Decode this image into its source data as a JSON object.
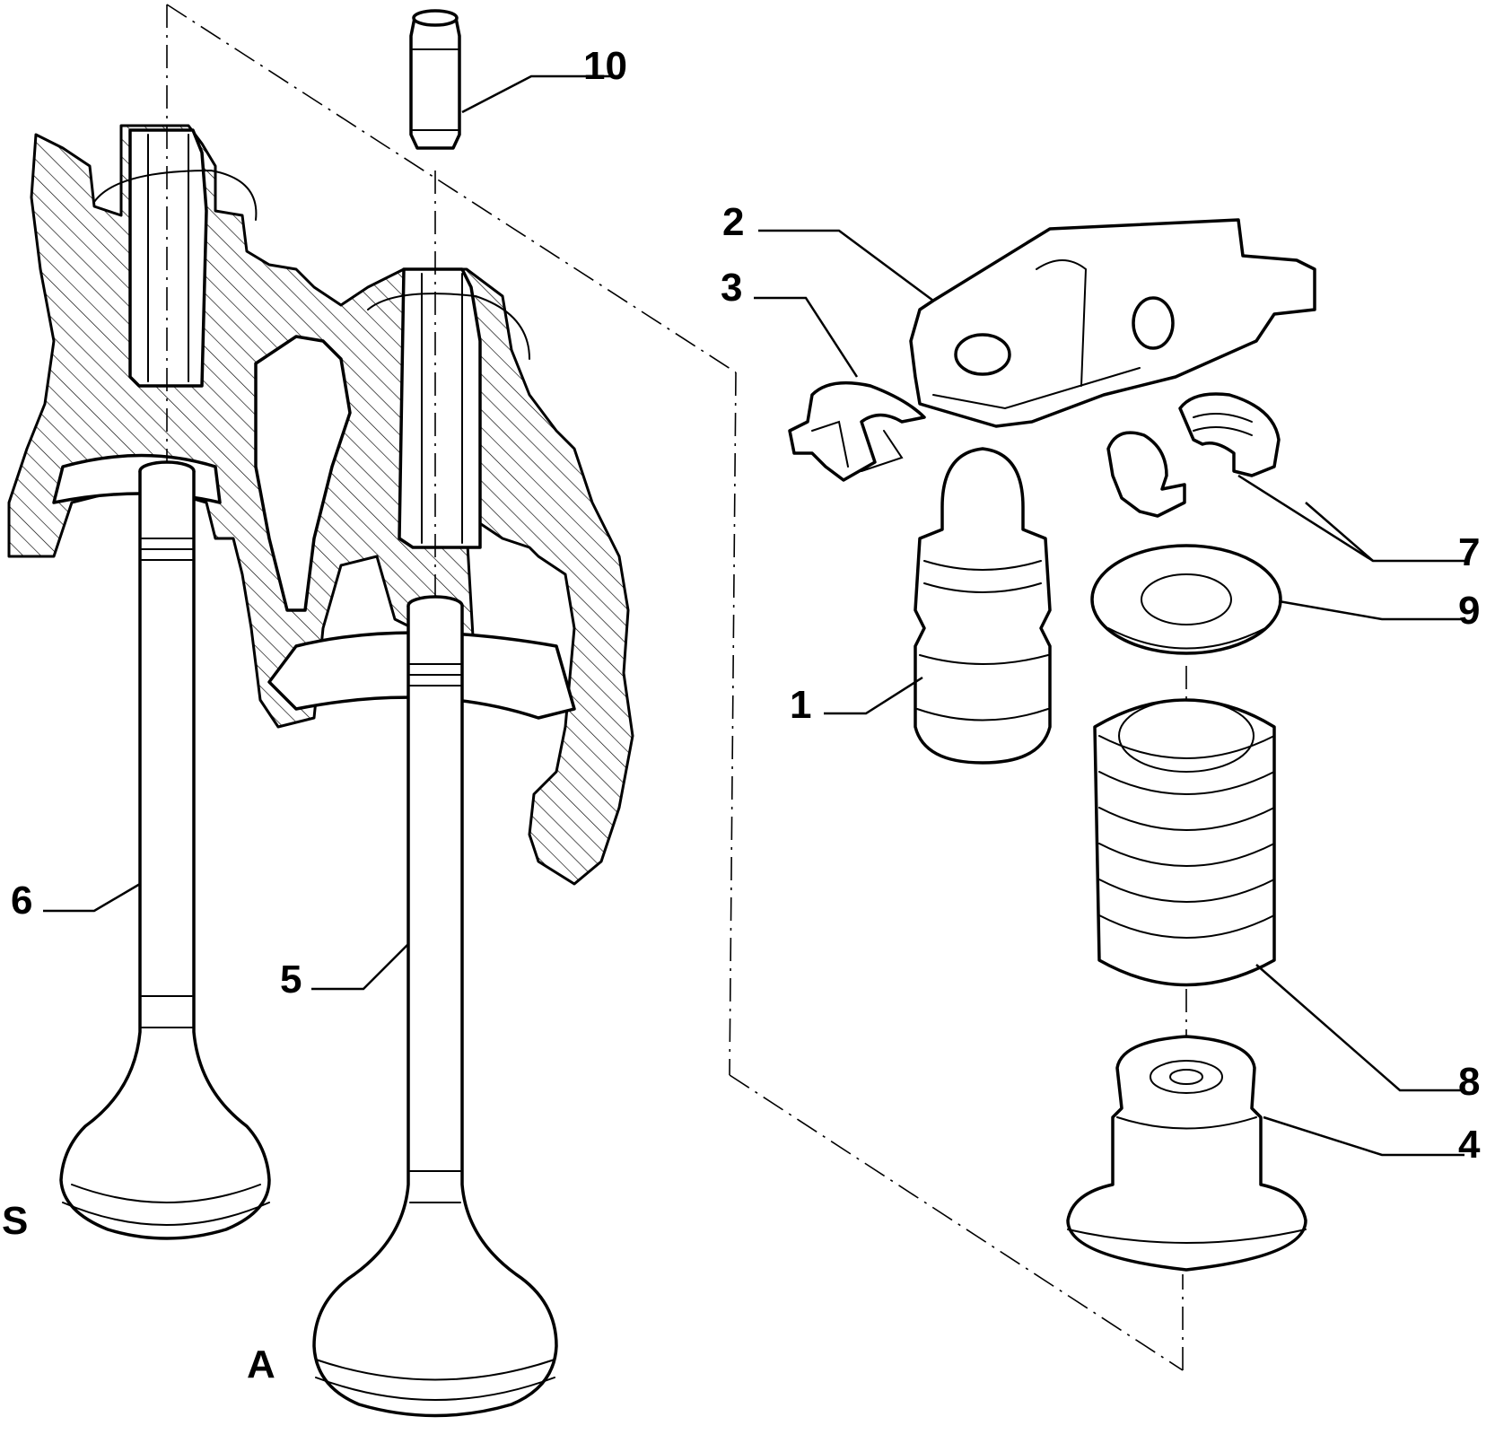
{
  "callouts": {
    "c1": "1",
    "c2": "2",
    "c3": "3",
    "c4": "4",
    "c5": "5",
    "c6": "6",
    "c7": "7",
    "c8": "8",
    "c9": "9",
    "c10": "10"
  },
  "valve_labels": {
    "intake": "S",
    "exhaust": "A"
  }
}
